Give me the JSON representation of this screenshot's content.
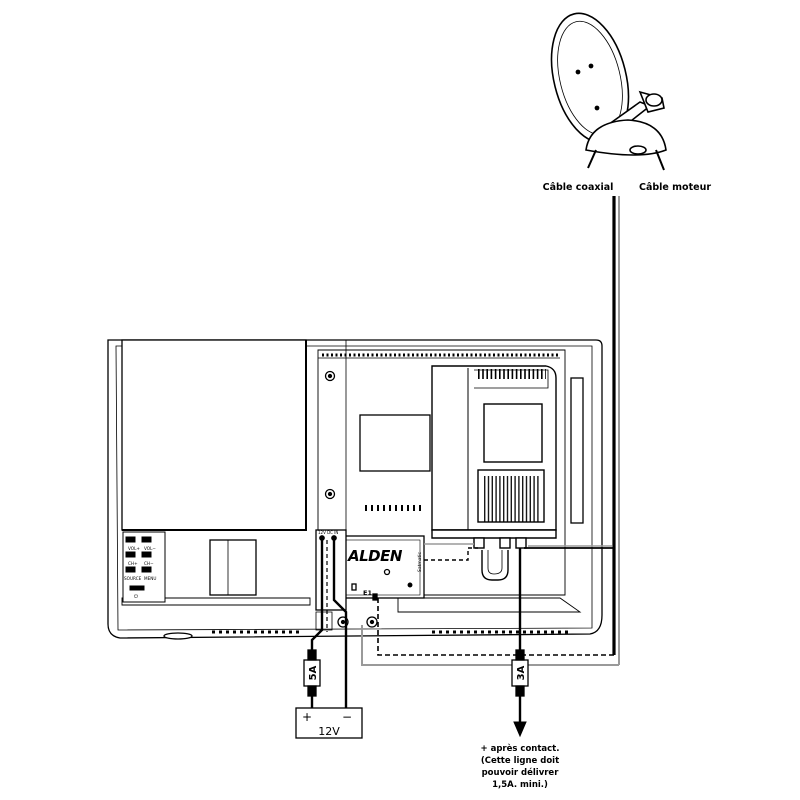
{
  "labels": {
    "coax_cable": "Câble coaxial",
    "motor_cable": "Câble moteur",
    "brand": "ALDEN",
    "brand_sub": "Satmatic",
    "e1": "E1",
    "dc_in": "12V DC IN",
    "fuse_battery": "5A",
    "fuse_ignition": "3A",
    "battery_plus": "+",
    "battery_minus": "−",
    "battery_voltage": "12V",
    "ignition_note": [
      "+ après contact.",
      "(Cette ligne doit",
      "pouvoir délivrer",
      "1,5A. mini.)"
    ]
  },
  "tv_buttons": [
    "VOL+",
    "VOL−",
    "CH+",
    "CH−",
    "SOURCE",
    "MENU",
    "⏻"
  ],
  "colors": {
    "line": "#000000",
    "cable_grey": "#9a9a9a",
    "background": "#ffffff"
  }
}
